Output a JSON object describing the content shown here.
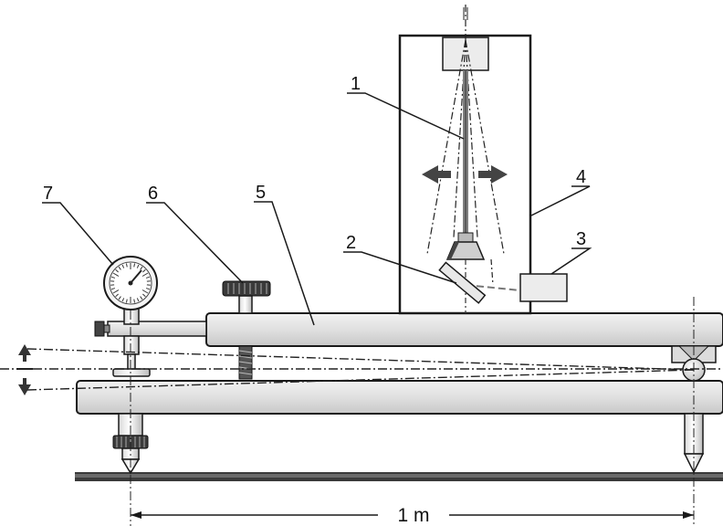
{
  "diagram": {
    "callouts": [
      {
        "id": "1",
        "text": "1"
      },
      {
        "id": "2",
        "text": "2"
      },
      {
        "id": "3",
        "text": "3"
      },
      {
        "id": "4",
        "text": "4"
      },
      {
        "id": "5",
        "text": "5"
      },
      {
        "id": "6",
        "text": "6"
      },
      {
        "id": "7",
        "text": "7"
      }
    ],
    "dimension_label": "1 m"
  },
  "colors": {
    "bar_fill": "#e2e2e2",
    "outline": "#1a1a1a",
    "beam": "#808080",
    "base_rail": "#3a3a3a"
  }
}
